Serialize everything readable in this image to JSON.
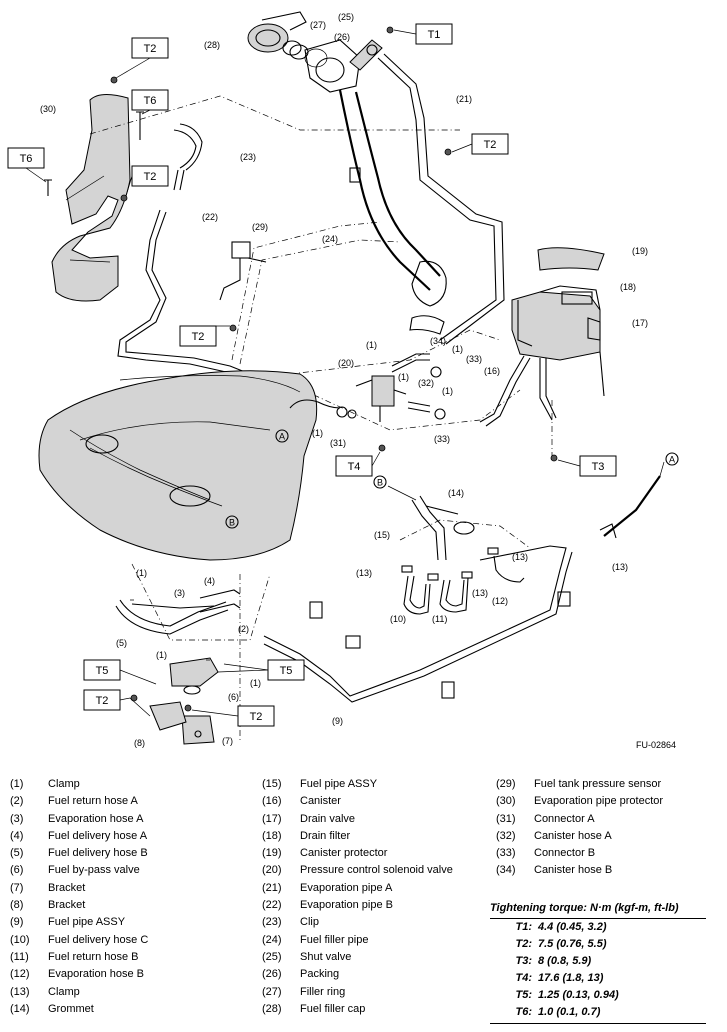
{
  "diagram": {
    "figure_code": "FU-02864",
    "torque_boxes": [
      "T1",
      "T2",
      "T3",
      "T4",
      "T5",
      "T6"
    ],
    "circle_refs": [
      "A",
      "B"
    ],
    "callouts": [
      "(1)",
      "(2)",
      "(3)",
      "(4)",
      "(5)",
      "(6)",
      "(7)",
      "(8)",
      "(9)",
      "(10)",
      "(11)",
      "(12)",
      "(13)",
      "(14)",
      "(15)",
      "(16)",
      "(17)",
      "(18)",
      "(19)",
      "(20)",
      "(21)",
      "(22)",
      "(23)",
      "(24)",
      "(25)",
      "(26)",
      "(27)",
      "(28)",
      "(29)",
      "(30)",
      "(31)",
      "(32)",
      "(33)",
      "(34)"
    ]
  },
  "legend": {
    "col1": [
      {
        "num": "(1)",
        "name": "Clamp"
      },
      {
        "num": "(2)",
        "name": "Fuel return hose A"
      },
      {
        "num": "(3)",
        "name": "Evaporation hose A"
      },
      {
        "num": "(4)",
        "name": "Fuel delivery hose A"
      },
      {
        "num": "(5)",
        "name": "Fuel delivery hose B"
      },
      {
        "num": "(6)",
        "name": "Fuel by-pass valve"
      },
      {
        "num": "(7)",
        "name": "Bracket"
      },
      {
        "num": "(8)",
        "name": "Bracket"
      },
      {
        "num": "(9)",
        "name": "Fuel pipe ASSY"
      },
      {
        "num": "(10)",
        "name": "Fuel delivery hose C"
      },
      {
        "num": "(11)",
        "name": "Fuel return hose B"
      },
      {
        "num": "(12)",
        "name": "Evaporation hose B"
      },
      {
        "num": "(13)",
        "name": "Clamp"
      },
      {
        "num": "(14)",
        "name": "Grommet"
      }
    ],
    "col2": [
      {
        "num": "(15)",
        "name": "Fuel pipe ASSY"
      },
      {
        "num": "(16)",
        "name": "Canister"
      },
      {
        "num": "(17)",
        "name": "Drain valve"
      },
      {
        "num": "(18)",
        "name": "Drain filter"
      },
      {
        "num": "(19)",
        "name": "Canister protector"
      },
      {
        "num": "(20)",
        "name": "Pressure control solenoid valve"
      },
      {
        "num": "(21)",
        "name": "Evaporation pipe A"
      },
      {
        "num": "(22)",
        "name": "Evaporation pipe B"
      },
      {
        "num": "(23)",
        "name": "Clip"
      },
      {
        "num": "(24)",
        "name": "Fuel filler pipe"
      },
      {
        "num": "(25)",
        "name": "Shut valve"
      },
      {
        "num": "(26)",
        "name": "Packing"
      },
      {
        "num": "(27)",
        "name": "Filler ring"
      },
      {
        "num": "(28)",
        "name": "Fuel filler cap"
      }
    ],
    "col3": [
      {
        "num": "(29)",
        "name": "Fuel tank pressure sensor"
      },
      {
        "num": "(30)",
        "name": "Evaporation pipe protector"
      },
      {
        "num": "(31)",
        "name": "Connector A"
      },
      {
        "num": "(32)",
        "name": "Canister hose A"
      },
      {
        "num": "(33)",
        "name": "Connector B"
      },
      {
        "num": "(34)",
        "name": "Canister hose B"
      }
    ],
    "torque": {
      "title": "Tightening torque: N·m (kgf-m, ft-lb)",
      "rows": [
        {
          "key": "T1:",
          "value": "4.4 (0.45, 3.2)"
        },
        {
          "key": "T2:",
          "value": "7.5 (0.76, 5.5)"
        },
        {
          "key": "T3:",
          "value": "8 (0.8, 5.9)"
        },
        {
          "key": "T4:",
          "value": "17.6 (1.8, 13)"
        },
        {
          "key": "T5:",
          "value": "1.25 (0.13, 0.94)"
        },
        {
          "key": "T6:",
          "value": "1.0 (0.1, 0.7)"
        }
      ]
    }
  }
}
